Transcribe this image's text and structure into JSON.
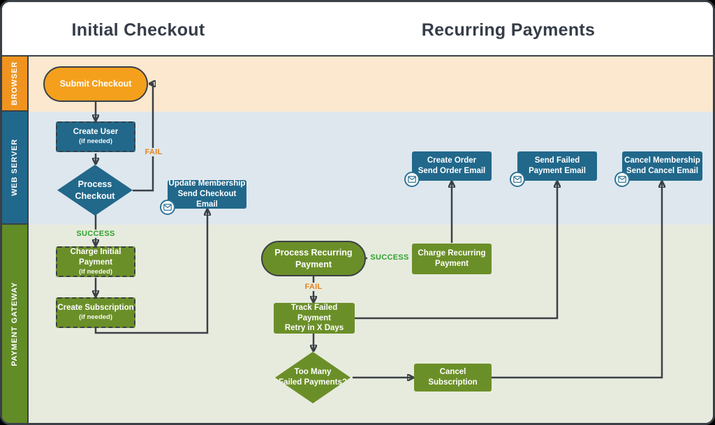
{
  "header": {
    "left_title": "Initial Checkout",
    "right_title": "Recurring Payments"
  },
  "sidebar": {
    "lanes": [
      {
        "label": "BROWSER"
      },
      {
        "label": "WEB SERVER"
      },
      {
        "label": "PAYMENT GATEWAY"
      }
    ]
  },
  "nodes": {
    "submit_checkout": {
      "label": "Submit Checkout"
    },
    "create_user": {
      "line1": "Create User",
      "line2": "(if needed)"
    },
    "process_checkout": {
      "line1": "Process",
      "line2": "Checkout"
    },
    "update_membership": {
      "line1": "Update Membership",
      "line2": "Send Checkout Email"
    },
    "charge_initial_payment": {
      "line1": "Charge Initial Payment",
      "line2": "(if needed)"
    },
    "create_subscription": {
      "line1": "Create Subscription",
      "line2": "(if needed)"
    },
    "process_recurring": {
      "line1": "Process Recurring",
      "line2": "Payment"
    },
    "charge_recurring": {
      "line1": "Charge Recurring",
      "line2": "Payment"
    },
    "track_failed_payment": {
      "line1": "Track Failed Payment",
      "line2": "Retry in X Days"
    },
    "too_many_failed": {
      "line1": "Too Many",
      "line2": "Failed Payments?"
    },
    "cancel_subscription": {
      "label": "Cancel Subscription"
    },
    "create_order": {
      "line1": "Create Order",
      "line2": "Send Order Email"
    },
    "send_failed_email": {
      "line1": "Send Failed",
      "line2": "Payment Email"
    },
    "cancel_membership": {
      "line1": "Cancel Membership",
      "line2": "Send Cancel Email"
    }
  },
  "edge_labels": {
    "initial_fail": "FAIL",
    "initial_success": "SUCCESS",
    "recurring_success": "SUCCESS",
    "recurring_fail": "FAIL"
  },
  "icons": {
    "email": "envelope"
  },
  "colors": {
    "browser_accent": "#F0941F",
    "web_server_accent": "#21688B",
    "payment_gateway_accent": "#6B8F28",
    "lane_browser_bg": "#FBE8CF",
    "lane_web_bg": "#DEE7EE",
    "lane_gateway_bg": "#E7EBDE",
    "connector_stroke": "#3A4046",
    "fail_text": "#E8831D",
    "success_text": "#2FA12E"
  }
}
